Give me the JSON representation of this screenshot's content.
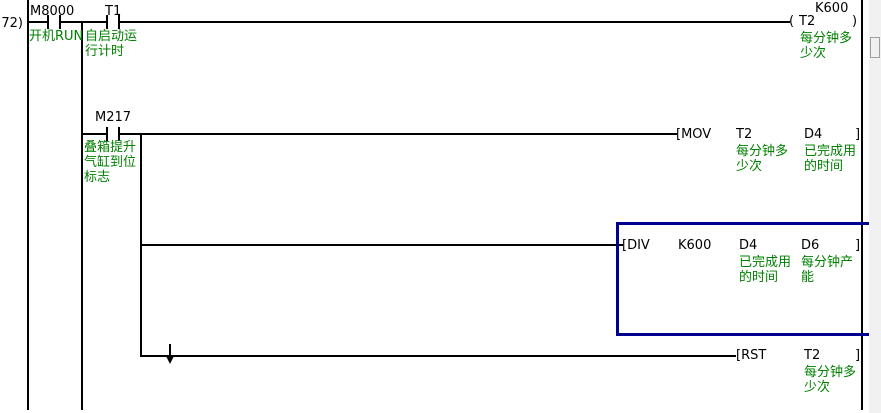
{
  "editor": {
    "step_number": "72)"
  },
  "symbols": {
    "open_bracket": "[",
    "close_bracket": "]",
    "open_paren": "(",
    "close_paren": ")"
  },
  "rung1": {
    "contact_m8000": {
      "device": "M8000",
      "comment": [
        "开机RUN"
      ]
    },
    "contact_t1": {
      "device": "T1",
      "comment": [
        "自启动运",
        "行计时"
      ]
    },
    "coil": {
      "preset": "K600",
      "device": "T2",
      "comment": [
        "每分钟多",
        "少次"
      ]
    }
  },
  "rung2": {
    "contact_m217": {
      "device": "M217",
      "comment": [
        "叠箱提升",
        "气缸到位",
        "标志"
      ]
    },
    "mov": {
      "opcode": "MOV",
      "operand1": {
        "device": "T2",
        "comment": [
          "每分钟多",
          "少次"
        ]
      },
      "operand2": {
        "device": "D4",
        "comment": [
          "已完成用",
          "的时间"
        ]
      }
    }
  },
  "rung3": {
    "div": {
      "opcode": "DIV",
      "selected": true,
      "operand1": {
        "device": "K600"
      },
      "operand2": {
        "device": "D4",
        "comment": [
          "已完成用",
          "的时间"
        ]
      },
      "operand3": {
        "device": "D6",
        "comment": [
          "每分钟产",
          "能"
        ]
      }
    }
  },
  "rung4": {
    "rst": {
      "opcode": "RST",
      "operand1": {
        "device": "T2",
        "comment": [
          "每分钟多",
          "少次"
        ]
      }
    }
  },
  "colors": {
    "line": "#000000",
    "device_text": "#000000",
    "comment_text": "#008000",
    "selection_border": "#000090",
    "background": "#ffffff"
  }
}
